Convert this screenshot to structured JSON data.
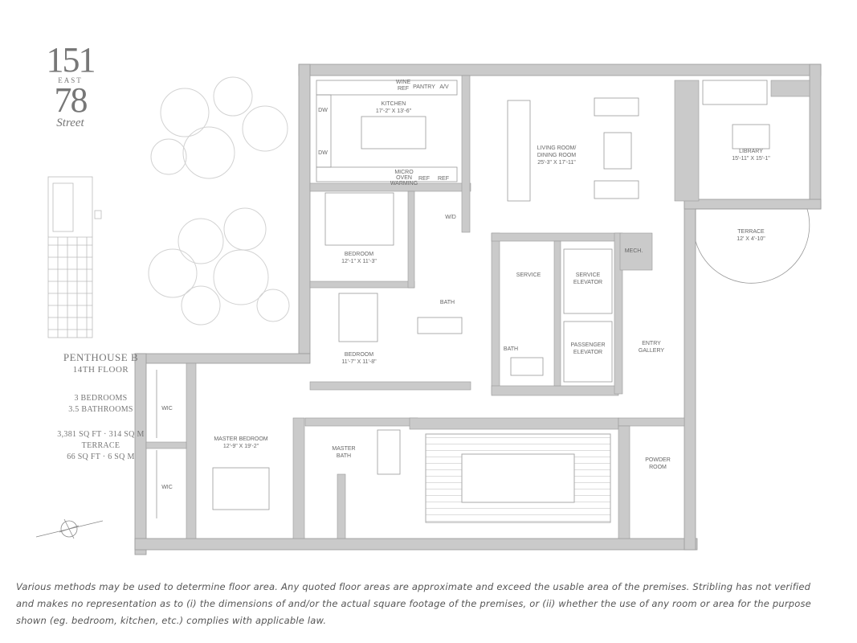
{
  "logo": {
    "number_top": "151",
    "word_middle": "EAST",
    "number_bottom": "78",
    "script": "Street"
  },
  "unit": {
    "name": "PENTHOUSE B",
    "floor": "14TH FLOOR",
    "bedrooms": "3 BEDROOMS",
    "bathrooms": "3.5 BATHROOMS",
    "area": "3,381 SQ FT · 314 SQ M",
    "terrace_label": "TERRACE",
    "terrace_area": "66 SQ FT · 6 SQ M"
  },
  "rooms": {
    "kitchen": {
      "name": "KITCHEN",
      "dims": "17'-2\" X 13'-6\""
    },
    "living": {
      "name": "LIVING ROOM/",
      "name2": "DINING ROOM",
      "dims": "25'-3\" X 17'-11\""
    },
    "library": {
      "name": "LIBRARY",
      "dims": "15'-11\" X 15'-1\""
    },
    "terrace": {
      "name": "TERRACE",
      "dims": "12' X 4'-10\""
    },
    "bedroom1": {
      "name": "BEDROOM",
      "dims": "12'-1\" X 11'-3\""
    },
    "bedroom2": {
      "name": "BEDROOM",
      "dims": "11'-7\" X 11'-8\""
    },
    "master": {
      "name": "MASTER BEDROOM",
      "dims": "12'-9\" X 19'-2\""
    },
    "master_bath": {
      "name": "MASTER",
      "name2": "BATH"
    },
    "powder": {
      "name": "POWDER",
      "name2": "ROOM"
    },
    "entry": {
      "name": "ENTRY",
      "name2": "GALLERY"
    },
    "service_elevator": {
      "name": "SERVICE",
      "name2": "ELEVATOR"
    },
    "passenger_elevator": {
      "name": "PASSENGER",
      "name2": "ELEVATOR"
    },
    "service": "SERVICE",
    "mech": "MECH.",
    "bath": "BATH",
    "bath2": "BATH",
    "wd": "W/D",
    "wic": "WIC",
    "wic2": "WIC",
    "wine_ref": "WINE",
    "wine_ref2": "REF",
    "pantry": "PANTRY",
    "av": "A/V",
    "dw": "DW",
    "dw2": "DW",
    "ref": "REF",
    "ref2": "REF",
    "micro": "MICRO",
    "micro2": "OVEN",
    "micro3": "WARMING"
  },
  "disclaimer": [
    "Various methods may be used to determine floor area. Any quoted floor areas are approximate and exceed the usable area of the premises. Stribling has not verified",
    "and makes no representation as to (i) the dimensions of and/or the actual square footage of the premises, or (ii) whether the use of any room or area for the purpose",
    "shown (eg. bedroom, kitchen, etc.) complies with applicable law."
  ],
  "colors": {
    "wall": "#c9c9c9",
    "wall_stroke": "#9a9a9a",
    "line": "#8a8a8a",
    "text": "#555555",
    "tree": "#cfcfcf"
  }
}
